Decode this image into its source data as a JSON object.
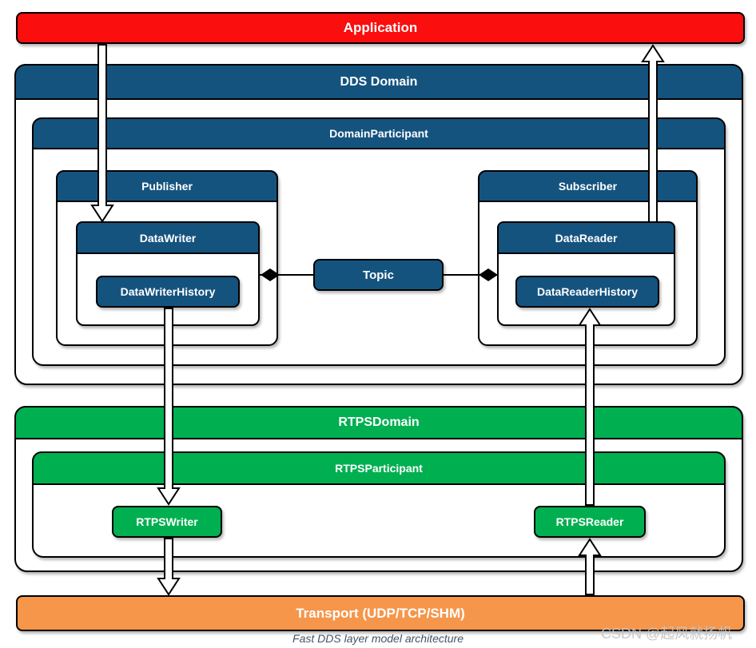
{
  "diagram": {
    "title_caption": "Fast DDS layer model architecture",
    "watermark": "CSDN @起风就扬帆",
    "colors": {
      "application_red": "#FB0E0E",
      "dds_navy": "#15537F",
      "rtps_green": "#00AF50",
      "transport_orange": "#F5964B",
      "caption_gray_blue": "#44546A",
      "watermark_gray": "#C6C6C6",
      "arrow_fill": "#FFFFFF",
      "line_black": "#000000"
    },
    "application": {
      "label": "Application"
    },
    "dds": {
      "label": "DDS Domain",
      "participant": {
        "label": "DomainParticipant"
      },
      "publisher": {
        "label": "Publisher"
      },
      "subscriber": {
        "label": "Subscriber"
      },
      "datawriter": {
        "label": "DataWriter"
      },
      "datareader": {
        "label": "DataReader"
      },
      "datawriter_history": {
        "label": "DataWriterHistory"
      },
      "datareader_history": {
        "label": "DataReaderHistory"
      },
      "topic": {
        "label": "Topic"
      }
    },
    "rtps": {
      "label": "RTPSDomain",
      "participant": {
        "label": "RTPSParticipant"
      },
      "writer": {
        "label": "RTPSWriter"
      },
      "reader": {
        "label": "RTPSReader"
      }
    },
    "transport": {
      "label": "Transport (UDP/TCP/SHM)"
    },
    "connections": [
      "Application -> DataWriter (down arrow)",
      "DataReader -> Application (up arrow)",
      "DataWriterHistory -> RTPSWriter (down arrow)",
      "RTPSReader -> DataReaderHistory (up arrow)",
      "RTPSWriter -> Transport (down arrow)",
      "Transport -> RTPSReader (up arrow)",
      "DataWriter <>- Topic (composition diamond)",
      "DataReader <>- Topic (composition diamond)"
    ]
  }
}
